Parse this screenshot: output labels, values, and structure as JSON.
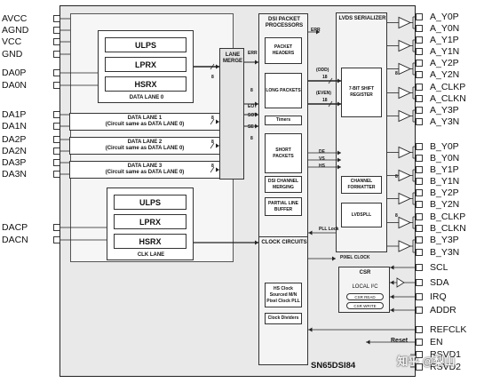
{
  "left_pins": [
    "AVCC",
    "AGND",
    "VCC",
    "GND",
    "DA0P",
    "DA0N",
    "DA1P",
    "DA1N",
    "DA2P",
    "DA2N",
    "DA3P",
    "DA3N",
    "DACP",
    "DACN"
  ],
  "right_pins": [
    "A_Y0P",
    "A_Y0N",
    "A_Y1P",
    "A_Y1N",
    "A_Y2P",
    "A_Y2N",
    "A_CLKP",
    "A_CLKN",
    "A_Y3P",
    "A_Y3N",
    "B_Y0P",
    "B_Y0N",
    "B_Y1P",
    "B_Y1N",
    "B_Y2P",
    "B_Y2N",
    "B_CLKP",
    "B_CLKN",
    "B_Y3P",
    "B_Y3N",
    "SCL",
    "SDA",
    "IRQ",
    "ADDR",
    "REFCLK",
    "EN",
    "RSVD1",
    "RSVD2"
  ],
  "lane0": {
    "label": "DATA LANE 0",
    "ulps": "ULPS",
    "lprx": "LPRX",
    "hsrx": "HSRX"
  },
  "lanes": [
    {
      "title": "DATA LANE 1",
      "sub": "(Circuit same as DATA LANE 0)"
    },
    {
      "title": "DATA LANE 2",
      "sub": "(Circuit same as DATA LANE 0)"
    },
    {
      "title": "DATA LANE 3",
      "sub": "(Circuit same as DATA LANE 0)"
    }
  ],
  "clk_lane": {
    "label": "CLK LANE",
    "ulps": "ULPS",
    "lprx": "LPRX",
    "hsrx": "HSRX"
  },
  "lane_merge": "LANE MERGE",
  "dsi": {
    "title": "DSI PACKET PROCESSORS",
    "packet_headers": "PACKET HEADERS",
    "long_packets": "LONG PACKETS",
    "timers": "Timers",
    "short_packets": "SHORT PACKETS",
    "channel_merging": "DSI CHANNEL MERGING",
    "partial_line_buffer": "PARTIAL LINE BUFFER"
  },
  "lvds": {
    "title": "LVDS SERIALIZER",
    "shift_register": "7-BIT SHIFT REGISTER",
    "channel_formatter": "CHANNEL FORMATTER",
    "lvdspll": "LVDSPLL",
    "pixel_clock": "PIXEL CLOCK",
    "pll_lock": "PLL Lock"
  },
  "clock": {
    "title": "CLOCK CIRCUITS",
    "pll": "HS Clock Sourced M/N Pixel Clock PLL",
    "dividers": "Clock Dividers"
  },
  "csr": {
    "title": "CSR",
    "local": "LOCAL I²C",
    "read": "CSR READ",
    "write": "CSR WRITE"
  },
  "signals": {
    "err": "ERR",
    "err2": "ERR",
    "eot": "EOT",
    "sot": "SOT",
    "se": "SE",
    "odd": "(ODD)",
    "even": "(EVEN)",
    "n18a": "18",
    "n18b": "18",
    "de": "DE",
    "vs": "VS",
    "hs": "HS",
    "n8a": "8",
    "n8b": "8",
    "n8c": "8",
    "n8d": "8",
    "n8e": "8",
    "n8f": "8",
    "n8g": "8",
    "n8h": "8",
    "n8i": "8",
    "reset": "Reset"
  },
  "part_number": "SN65DSI84",
  "watermark": "知乎 @梨山"
}
